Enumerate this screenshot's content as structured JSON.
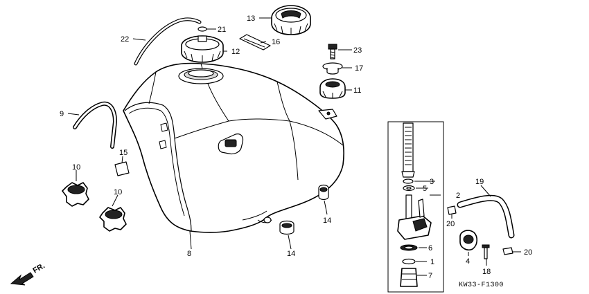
{
  "diagram": {
    "part_numbers": {
      "p1": "1",
      "p2": "2",
      "p3": "3",
      "p4": "4",
      "p5": "5",
      "p6": "6",
      "p7": "7",
      "p8": "8",
      "p9": "9",
      "p10a": "10",
      "p10b": "10",
      "p11": "11",
      "p12": "12",
      "p13": "13",
      "p14a": "14",
      "p14b": "14",
      "p15": "15",
      "p16": "16",
      "p17": "17",
      "p18": "18",
      "p19": "19",
      "p20a": "20",
      "p20b": "20",
      "p21": "21",
      "p22": "22",
      "p23": "23"
    },
    "front_label": "FR.",
    "diagram_code": "KW33-F1300"
  }
}
